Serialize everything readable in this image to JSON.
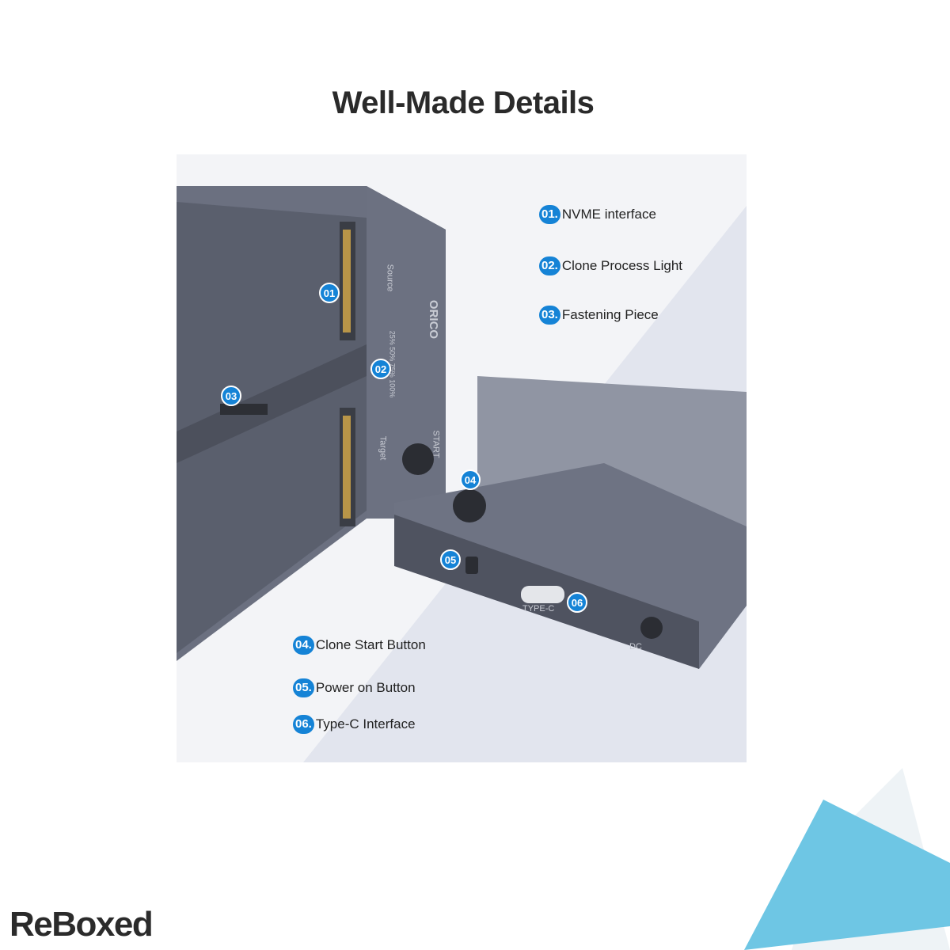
{
  "title": "Well-Made Details",
  "callouts": [
    {
      "num": "01.",
      "label": "NVME interface"
    },
    {
      "num": "02.",
      "label": "Clone Process Light"
    },
    {
      "num": "03.",
      "label": "Fastening Piece"
    },
    {
      "num": "04.",
      "label": "Clone Start Button"
    },
    {
      "num": "05.",
      "label": "Power on Button"
    },
    {
      "num": "06.",
      "label": "Type-C Interface"
    }
  ],
  "markers": [
    "01",
    "02",
    "03",
    "04",
    "05",
    "06"
  ],
  "device": {
    "brand": "ORICO",
    "source": "Source",
    "target": "Target",
    "start": "START",
    "progress": "25%  50%  75%  100%",
    "typec": "TYPE-C",
    "dc": "DC"
  },
  "watermark": "ReBoxed",
  "colors": {
    "accent": "#1583d6",
    "corner": "#6ec6e4"
  }
}
